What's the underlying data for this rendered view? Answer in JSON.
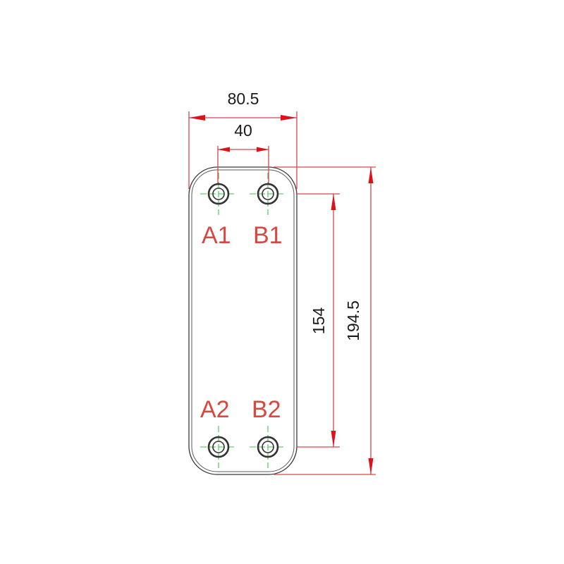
{
  "drawing": {
    "title": "Plate heat exchanger dimensional drawing",
    "colors": {
      "dimension_line": "#d9434a",
      "arrowhead": "#e0101a",
      "outline": "#3a3a3a",
      "center_line": "#35c940",
      "port_label": "#d9473f",
      "dimension_text": "#1a1a1a"
    },
    "dimensions": {
      "overall_width": "80.5",
      "port_spacing_horizontal": "40",
      "port_spacing_vertical": "154",
      "overall_height": "194.5"
    },
    "ports": [
      {
        "label": "A1",
        "position": "top-left"
      },
      {
        "label": "B1",
        "position": "top-right"
      },
      {
        "label": "A2",
        "position": "bottom-left"
      },
      {
        "label": "B2",
        "position": "bottom-right"
      }
    ]
  }
}
